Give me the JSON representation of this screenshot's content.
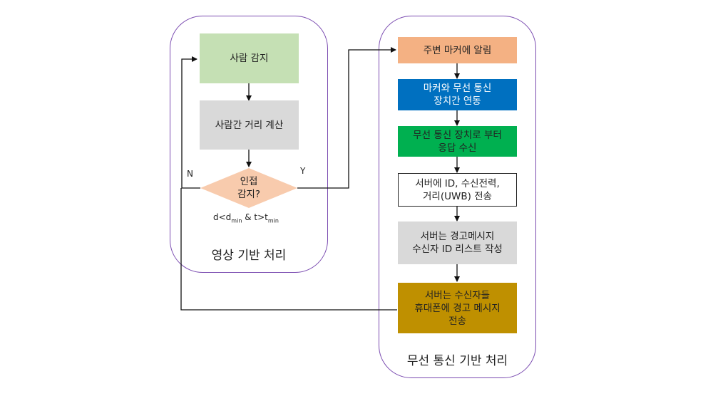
{
  "panels": {
    "video": {
      "label": "영상 기반 처리"
    },
    "wireless": {
      "label": "무선 통신 기반 처리"
    }
  },
  "left_flow": {
    "detect_person": "사람 감지",
    "distance_calc": "사람간 거리 계산",
    "proximity_decision": "인접\n감지?",
    "condition": {
      "d": "d<d",
      "d_sub": "min",
      "amp": " & t>t",
      "t_sub": "min"
    },
    "no_label": "N",
    "yes_label": "Y"
  },
  "right_flow": {
    "notify_marker": "주변 마커에 알림",
    "marker_link": "마커와 무선 통신\n장치간 연동",
    "receive_response": "무선 통신 장치로 부터\n응답 수신",
    "send_to_server": "서버에 ID, 수신전력,\n거리(UWB) 전송",
    "server_list": "서버는 경고메시지\n수신자 ID 리스트 작성",
    "server_send_warning": "서버는 수신자들\n휴대폰에 경고 메시지\n전송"
  },
  "colors": {
    "panel_border": "#7a4bb0",
    "detect_person": "#c5e0b4",
    "distance_calc": "#d9d9d9",
    "diamond": "#f8cbad",
    "notify_marker": "#f4b183",
    "marker_link": "#0070c0",
    "receive_response": "#00b050",
    "send_to_server": "#ffffff",
    "server_list": "#d9d9d9",
    "server_send_warning": "#bf9000"
  }
}
